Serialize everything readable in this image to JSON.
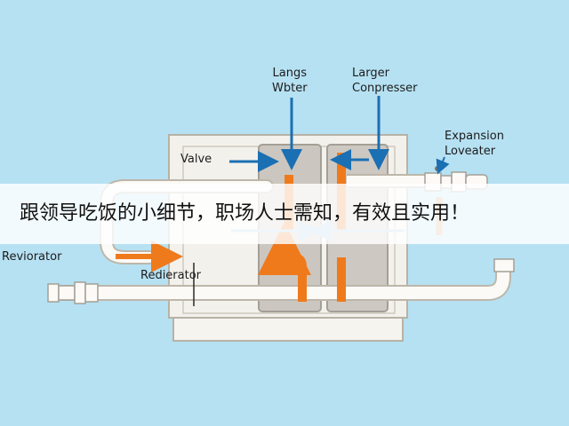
{
  "colors": {
    "background": "#b6e1f2",
    "housing": "#f3f1ec",
    "pipe": "#fbfaf6",
    "pipe_outline": "#bdb6aa",
    "accent_orange": "#ef7a1c",
    "accent_blue": "#1b6fb3",
    "light_blue_arrow": "#a8cbe8"
  },
  "labels": {
    "langs_line1": "Langs",
    "langs_line2": "Wbter",
    "larger_line1": "Larger",
    "larger_line2": "Conpresser",
    "expansion_line1": "Expansion",
    "expansion_line2": "Loveater",
    "valve": "Valve",
    "reviorator": "Reviorator",
    "redierator": "Redierator"
  },
  "caption": {
    "text": "跟领导吃饭的小细节，职场人士需知，有效且实用！"
  }
}
